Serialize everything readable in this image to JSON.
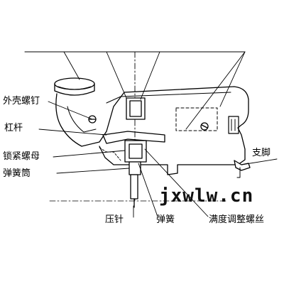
{
  "labels": {
    "outer_screw": "外壳螺钉",
    "lever": "杠杆",
    "lock_nut": "锁紧螺母",
    "spring_barrel": "弹簧筒",
    "support_foot": "支脚",
    "press_pin": "压针",
    "spring": "弹簧",
    "full_scale_screw": "满度调整螺丝"
  },
  "watermark": "jxwlw.cn",
  "colors": {
    "line": "#000000",
    "background": "#ffffff"
  }
}
